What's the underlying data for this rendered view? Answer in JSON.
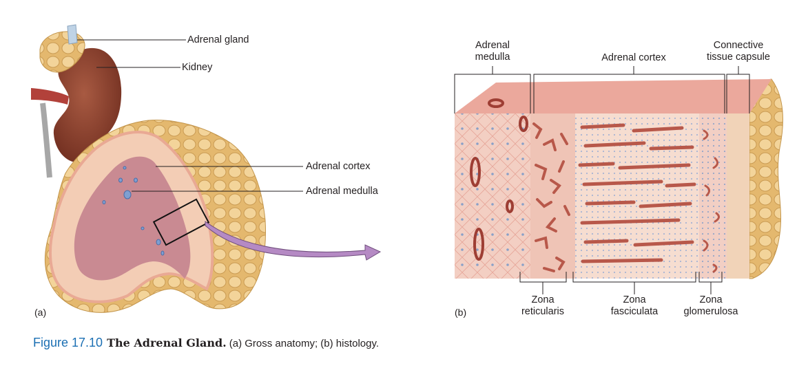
{
  "panel_a": {
    "letter": "(a)",
    "labels": {
      "adrenal_gland": "Adrenal gland",
      "kidney": "Kidney",
      "adrenal_cortex": "Adrenal cortex",
      "adrenal_medulla": "Adrenal medulla"
    }
  },
  "panel_b": {
    "letter": "(b)",
    "top_labels": {
      "adrenal_medulla_1": "Adrenal",
      "adrenal_medulla_2": "medulla",
      "adrenal_cortex": "Adrenal cortex",
      "capsule_1": "Connective",
      "capsule_2": "tissue capsule"
    },
    "zones": {
      "reticularis_1": "Zona",
      "reticularis_2": "reticularis",
      "fasciculata_1": "Zona",
      "fasciculata_2": "fasciculata",
      "glomerulosa_1": "Zona",
      "glomerulosa_2": "glomerulosa"
    }
  },
  "caption": {
    "number": "Figure 17.10",
    "title": "The Adrenal Gland.",
    "text": "(a) Gross anatomy; (b) histology."
  },
  "colors": {
    "caption_number": "#1b6fb3",
    "fat": "#e9c27c",
    "cortex": "#f2c9b3",
    "medulla": "#c98a92",
    "cords": "#b8584a",
    "kidney": "#8a3e2c",
    "arrow": "#b58ac4"
  }
}
